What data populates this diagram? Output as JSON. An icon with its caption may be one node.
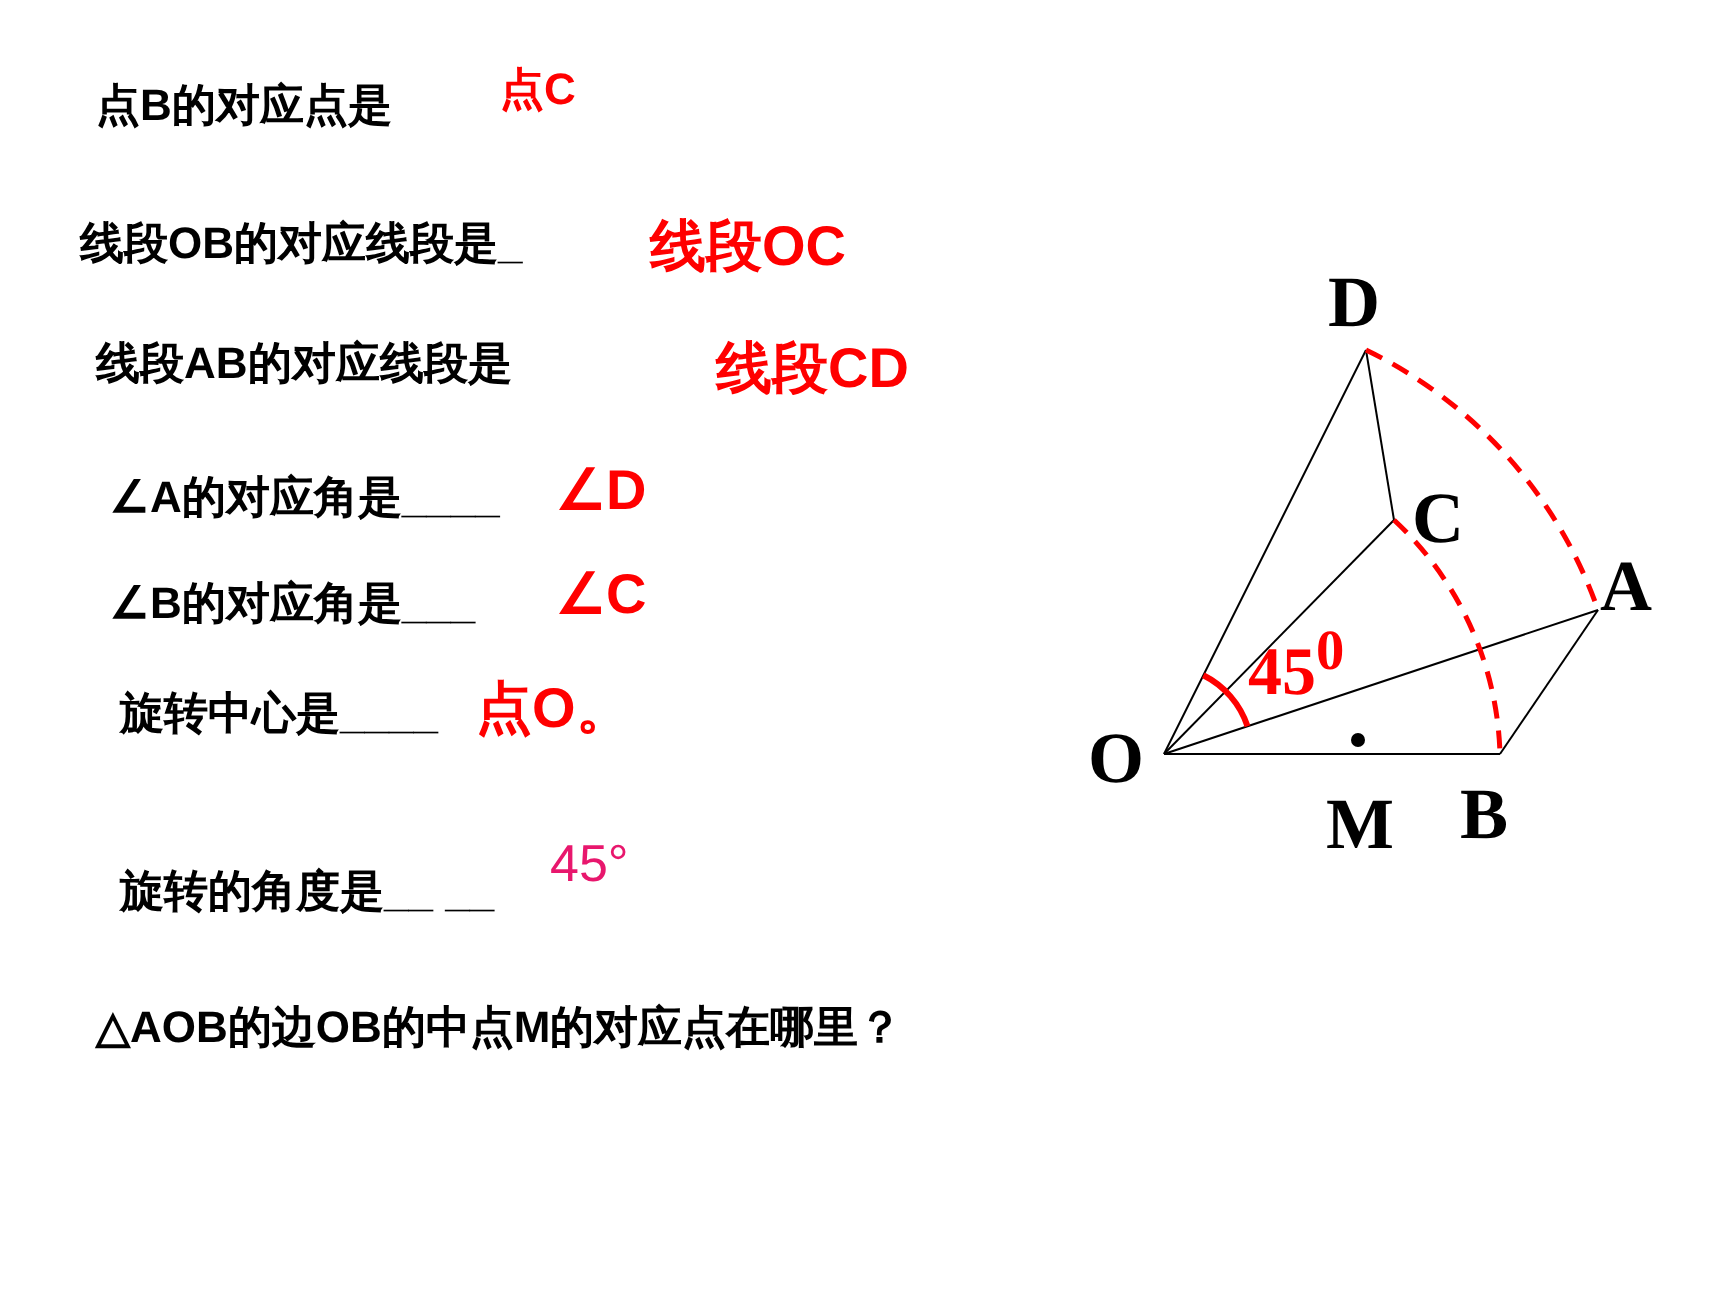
{
  "diagram": {
    "labels": [
      "点B的对应点是",
      "点C",
      "线段OB的对应线段是_",
      "线段OC",
      "线段AB的对应线段是",
      "线段CD",
      "∠A的对应角是____",
      "∠D",
      "∠B的对应角是___",
      "∠C",
      "旋转中心是____",
      "点O。",
      "45°",
      "旋转的角度是__ __",
      "△AOB的边OB的中点M的对应点在哪里？",
      "D",
      "C",
      "A",
      "45$^{0}$",
      "O",
      "M",
      "B"
    ]
  }
}
